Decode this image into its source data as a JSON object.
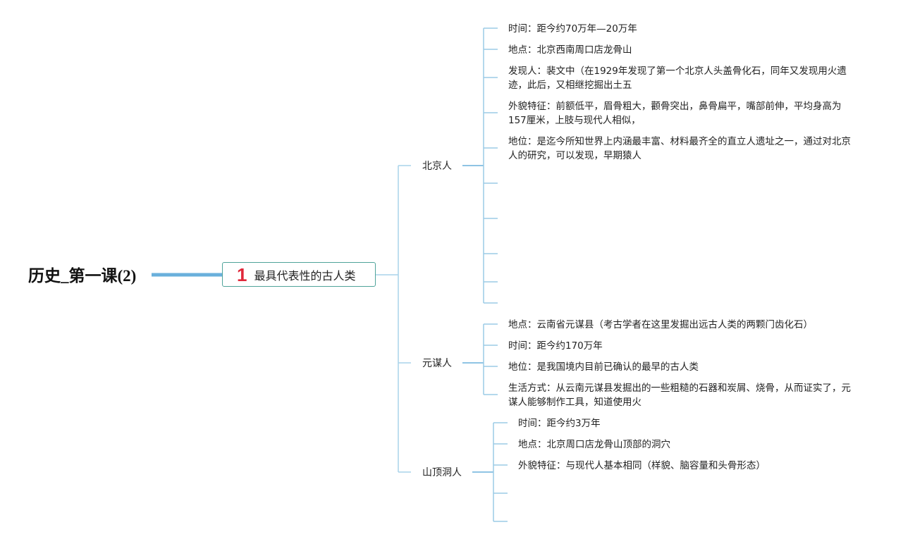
{
  "root": {
    "title": "历史_第一课(2)"
  },
  "main": {
    "number": "1",
    "label": "最具代表性的古人类"
  },
  "branches": [
    {
      "label": "北京人",
      "items": [
        "时间：距今约70万年—20万年",
        "地点：北京西南周口店龙骨山",
        "发现人：裴文中（在1929年发现了第一个北京人头盖骨化石，同年又发现用火遗迹，此后，又相继挖掘出土五",
        "外貌特征：前额低平，眉骨粗大，颧骨突出，鼻骨扁平，嘴部前伸，平均身高为157厘米，上肢与现代人相似，",
        "地位：是迄今所知世界上内涵最丰富、材料最齐全的直立人遗址之一，通过对北京人的研究，可以发现，早期猿人"
      ]
    },
    {
      "label": "元谋人",
      "items": [
        "地点：云南省元谋县（考古学者在这里发掘出远古人类的两颗门齿化石）",
        "时间：距今约170万年",
        "地位：是我国境内目前已确认的最早的古人类",
        "生活方式：从云南元谋县发掘出的一些粗糙的石器和炭屑、烧骨，从而证实了，元谋人能够制作工具，知道使用火"
      ]
    },
    {
      "label": "山顶洞人",
      "items": [
        "时间：距今约3万年",
        "地点：北京周口店龙骨山顶部的洞穴",
        "外貌特征：与现代人基本相同（样貌、脑容量和头骨形态）"
      ]
    }
  ],
  "colors": {
    "root_connector": "#6ab0dc",
    "branch_line": "#a9d3ea",
    "leaf_line": "#9bcbe6",
    "main_border": "#4fa39a",
    "number_accent": "#e0283a"
  }
}
